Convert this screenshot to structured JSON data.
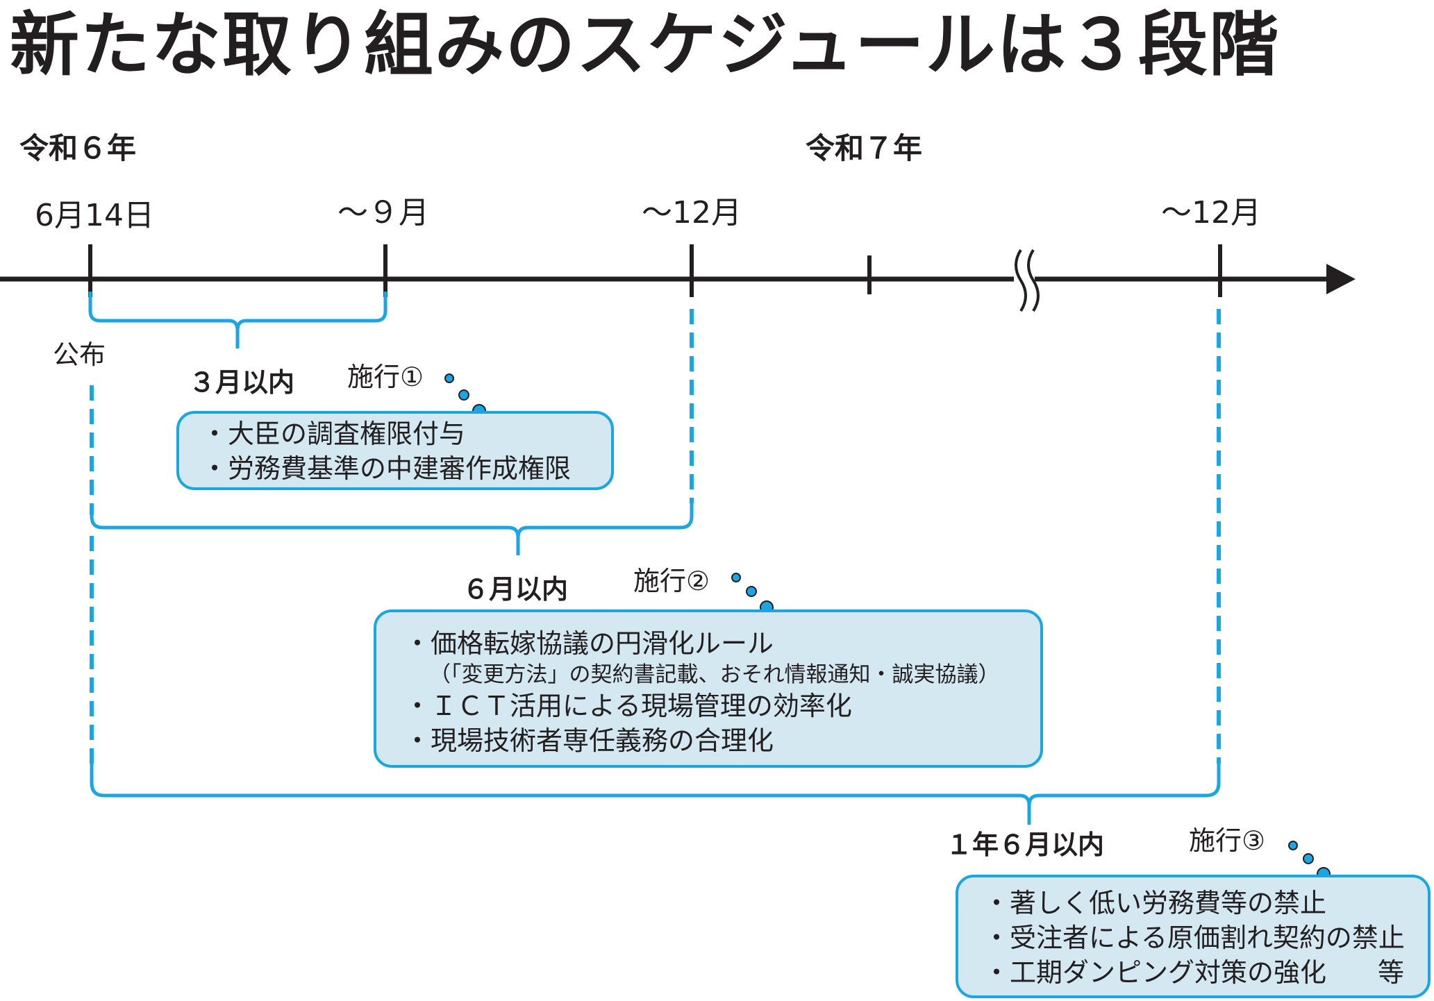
{
  "title": "新たな取り組みのスケジュールは３段階",
  "eras": [
    "令和６年",
    "令和７年"
  ],
  "dates": [
    "6月14日",
    "～９月",
    "～12月",
    "～12月"
  ],
  "promulgation": "公布",
  "durations": [
    "３月以内",
    "６月以内",
    "１年６月以内"
  ],
  "enforcements": [
    "施行①",
    "施行②",
    "施行③"
  ],
  "box1": {
    "items": [
      "・大臣の調査権限付与",
      "・労務費基準の中建審作成権限"
    ]
  },
  "box2": {
    "item1": "・価格転嫁協議の円滑化ルール",
    "item1_sub": "（「変更方法」の契約書記載、おそれ情報通知・誠実協議）",
    "item2": "・ＩＣＴ活用による現場管理の効率化",
    "item3": "・現場技術者専任義務の合理化"
  },
  "box3": {
    "items": [
      "・著しく低い労務費等の禁止",
      "・受注者による原価割れ契約の禁止",
      "・工期ダンピング対策の強化"
    ],
    "etc": "等"
  },
  "colors": {
    "accent": "#1aa6e2",
    "box_fill": "#d3e8f1",
    "line": "#231f20"
  }
}
